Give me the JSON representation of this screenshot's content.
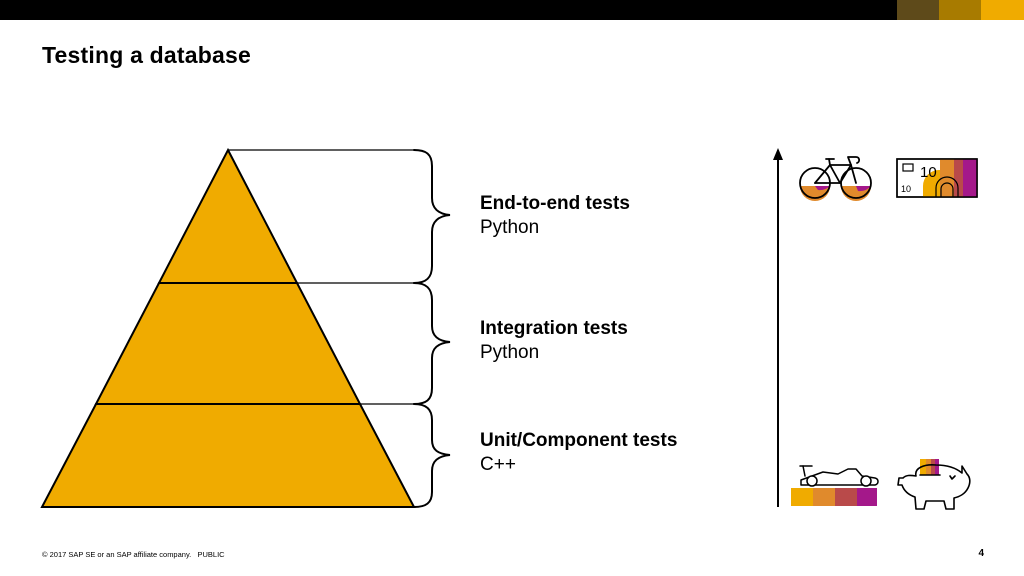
{
  "slide": {
    "title": "Testing a database",
    "colors": {
      "pyramid_fill": "#f0ab00",
      "bar_dark": "#5e4a1a",
      "bar_mid": "#a87b00",
      "bar_light": "#f0ab00",
      "accent_orange": "#e08a2c",
      "accent_red": "#b94a4a",
      "accent_purple": "#a4188a"
    }
  },
  "layers": [
    {
      "title": "End-to-end tests",
      "language": "Python"
    },
    {
      "title": "Integration tests",
      "language": "Python"
    },
    {
      "title": "Unit/Component tests",
      "language": "C++"
    }
  ],
  "icons": {
    "top_left": "bicycle-icon",
    "top_right": "banknote-icon",
    "bottom_left": "race-car-icon",
    "bottom_right": "piggy-bank-icon"
  },
  "banknote": {
    "value_large": "10",
    "value_small": "10"
  },
  "footer": {
    "copyright": "© 2017 SAP SE or an SAP affiliate company.",
    "classification": "PUBLIC",
    "page_number": "4"
  }
}
